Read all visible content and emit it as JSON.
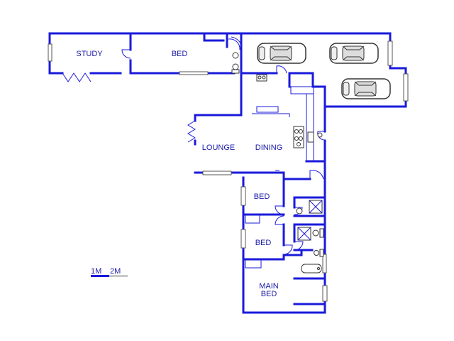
{
  "rooms": {
    "study": "STUDY",
    "bed1": "BED",
    "lounge": "LOUNGE",
    "dining": "DINING",
    "bed2": "BED",
    "bed3": "BED",
    "main_bed_line1": "MAIN",
    "main_bed_line2": "BED"
  },
  "scale": {
    "label_1": "1M",
    "label_2": "2M"
  },
  "colors": {
    "wall": "#1a1adb",
    "label": "#1a1aa8"
  },
  "icons": [
    "car-icon",
    "car-icon",
    "car-icon",
    "door-swing-icon",
    "bathtub-icon",
    "toilet-icon",
    "shower-icon",
    "stove-icon",
    "spiral-stair-icon"
  ]
}
